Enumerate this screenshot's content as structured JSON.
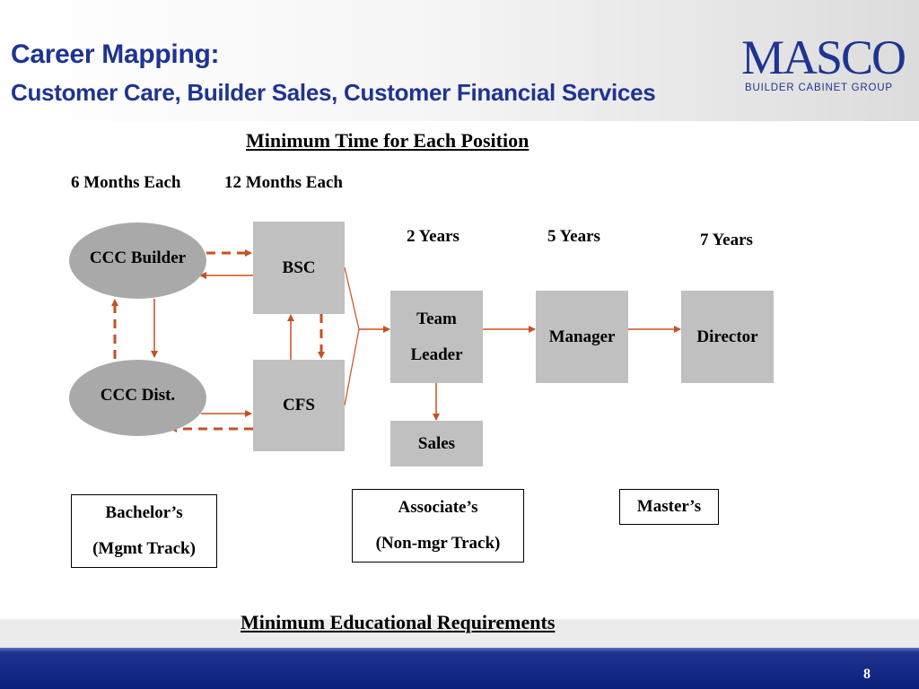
{
  "header": {
    "title_line1": "Career Mapping:",
    "title_line2": "Customer Care, Builder Sales, Customer Financial Services",
    "logo_main": "MASCO",
    "logo_sub": "BUILDER CABINET GROUP"
  },
  "diagram": {
    "heading_time": "Minimum Time for Each Position",
    "label_6_months": "6 Months Each",
    "label_12_months": "12 Months Each",
    "label_2_years": "2 Years",
    "label_5_years": "5 Years",
    "label_7_years": "7 Years",
    "nodes": {
      "ccc_builder": "CCC Builder",
      "ccc_dist": "CCC Dist.",
      "bsc": "BSC",
      "cfs": "CFS",
      "team_leader_1": "Team",
      "team_leader_2": "Leader",
      "manager": "Manager",
      "director": "Director",
      "sales": "Sales"
    },
    "education": {
      "bachelors_1": "Bachelor’s",
      "bachelors_2": "(Mgmt Track)",
      "associates_1": "Associate’s",
      "associates_2": "(Non-mgr Track)",
      "masters": "Master’s"
    },
    "heading_edu": "Minimum Educational Requirements"
  },
  "footer": {
    "page_number": "8"
  },
  "colors": {
    "title_blue": "#1f3491",
    "arrow": "#c8501e",
    "box_gray": "#c0c0c0",
    "ellipse_gray": "#a9a9a9"
  }
}
